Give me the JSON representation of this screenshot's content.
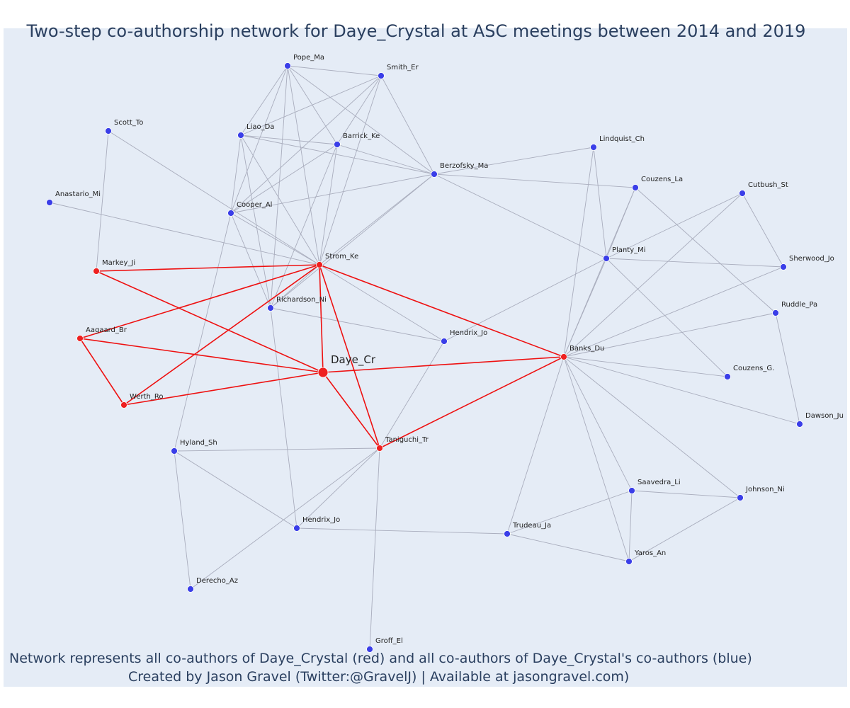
{
  "title": "Two-step co-authorship network for Daye_Crystal at ASC meetings between 2014 and 2019",
  "caption_line1": "Network represents all co-authors of Daye_Crystal (red) and all co-authors of Daye_Crystal's co-authors (blue)",
  "caption_line2": "Created by Jason Gravel (Twitter:@GravelJ) | Available at jasongravel.com)",
  "colors": {
    "red": "#ee2020",
    "blue": "#3a3ee8",
    "edge_gray": "#a9adbd",
    "edge_red": "#ee1111"
  },
  "nodes": [
    {
      "id": "pope",
      "label": "Pope_Ma",
      "group": "blue"
    },
    {
      "id": "smith",
      "label": "Smith_Er",
      "group": "blue"
    },
    {
      "id": "scott",
      "label": "Scott_To",
      "group": "blue"
    },
    {
      "id": "liao",
      "label": "Liao_Da",
      "group": "blue"
    },
    {
      "id": "barrick",
      "label": "Barrick_Ke",
      "group": "blue"
    },
    {
      "id": "lindquist",
      "label": "Lindquist_Ch",
      "group": "blue"
    },
    {
      "id": "berzofsky",
      "label": "Berzofsky_Ma",
      "group": "blue"
    },
    {
      "id": "couzensla",
      "label": "Couzens_La",
      "group": "blue"
    },
    {
      "id": "cutbush",
      "label": "Cutbush_St",
      "group": "blue"
    },
    {
      "id": "anastario",
      "label": "Anastario_Mi",
      "group": "blue"
    },
    {
      "id": "cooper",
      "label": "Cooper_Al",
      "group": "blue"
    },
    {
      "id": "planty",
      "label": "Planty_Mi",
      "group": "blue"
    },
    {
      "id": "sherwood",
      "label": "Sherwood_Jo",
      "group": "blue"
    },
    {
      "id": "markey",
      "label": "Markey_Ji",
      "group": "red"
    },
    {
      "id": "strom",
      "label": "Strom_Ke",
      "group": "red"
    },
    {
      "id": "richardson",
      "label": "Richardson_Ni",
      "group": "blue"
    },
    {
      "id": "ruddle",
      "label": "Ruddle_Pa",
      "group": "blue"
    },
    {
      "id": "aagaard",
      "label": "Aagaard_Br",
      "group": "red"
    },
    {
      "id": "hendrix1",
      "label": "Hendrix_Jo",
      "group": "blue"
    },
    {
      "id": "banks",
      "label": "Banks_Du",
      "group": "red"
    },
    {
      "id": "daye",
      "label": "Daye_Cr",
      "group": "red",
      "focal": true
    },
    {
      "id": "couzensg",
      "label": "Couzens_G.",
      "group": "blue"
    },
    {
      "id": "werth",
      "label": "Werth_Ro",
      "group": "red"
    },
    {
      "id": "dawson",
      "label": "Dawson_Ju",
      "group": "blue"
    },
    {
      "id": "hyland",
      "label": "Hyland_Sh",
      "group": "blue"
    },
    {
      "id": "taniguchi",
      "label": "Taniguchi_Tr",
      "group": "red"
    },
    {
      "id": "saavedra",
      "label": "Saavedra_Li",
      "group": "blue"
    },
    {
      "id": "johnson",
      "label": "Johnson_Ni",
      "group": "blue"
    },
    {
      "id": "hendrix2",
      "label": "Hendrix_Jo",
      "group": "blue"
    },
    {
      "id": "trudeau",
      "label": "Trudeau_Ja",
      "group": "blue"
    },
    {
      "id": "yaros",
      "label": "Yaros_An",
      "group": "blue"
    },
    {
      "id": "derecho",
      "label": "Derecho_Az",
      "group": "blue"
    },
    {
      "id": "groff",
      "label": "Groff_El",
      "group": "blue"
    }
  ],
  "edges": [
    [
      "daye",
      "strom",
      "red"
    ],
    [
      "daye",
      "aagaard",
      "red"
    ],
    [
      "daye",
      "werth",
      "red"
    ],
    [
      "daye",
      "markey",
      "red"
    ],
    [
      "daye",
      "banks",
      "red"
    ],
    [
      "daye",
      "taniguchi",
      "red"
    ],
    [
      "strom",
      "markey",
      "red"
    ],
    [
      "strom",
      "aagaard",
      "red"
    ],
    [
      "strom",
      "werth",
      "red"
    ],
    [
      "strom",
      "taniguchi",
      "red"
    ],
    [
      "strom",
      "banks",
      "red"
    ],
    [
      "aagaard",
      "werth",
      "red"
    ],
    [
      "banks",
      "taniguchi",
      "red"
    ],
    [
      "pope",
      "smith",
      "gray"
    ],
    [
      "pope",
      "liao",
      "gray"
    ],
    [
      "pope",
      "barrick",
      "gray"
    ],
    [
      "pope",
      "cooper",
      "gray"
    ],
    [
      "pope",
      "strom",
      "gray"
    ],
    [
      "pope",
      "berzofsky",
      "gray"
    ],
    [
      "pope",
      "richardson",
      "gray"
    ],
    [
      "smith",
      "liao",
      "gray"
    ],
    [
      "smith",
      "cooper",
      "gray"
    ],
    [
      "smith",
      "strom",
      "gray"
    ],
    [
      "smith",
      "barrick",
      "gray"
    ],
    [
      "smith",
      "berzofsky",
      "gray"
    ],
    [
      "liao",
      "barrick",
      "gray"
    ],
    [
      "liao",
      "berzofsky",
      "gray"
    ],
    [
      "liao",
      "cooper",
      "gray"
    ],
    [
      "liao",
      "strom",
      "gray"
    ],
    [
      "liao",
      "richardson",
      "gray"
    ],
    [
      "barrick",
      "berzofsky",
      "gray"
    ],
    [
      "barrick",
      "cooper",
      "gray"
    ],
    [
      "barrick",
      "strom",
      "gray"
    ],
    [
      "barrick",
      "richardson",
      "gray"
    ],
    [
      "berzofsky",
      "cooper",
      "gray"
    ],
    [
      "berzofsky",
      "strom",
      "gray"
    ],
    [
      "berzofsky",
      "couzensla",
      "gray"
    ],
    [
      "berzofsky",
      "planty",
      "gray"
    ],
    [
      "berzofsky",
      "richardson",
      "gray"
    ],
    [
      "scott",
      "strom",
      "gray"
    ],
    [
      "scott",
      "markey",
      "gray"
    ],
    [
      "anastario",
      "strom",
      "gray"
    ],
    [
      "cooper",
      "strom",
      "gray"
    ],
    [
      "cooper",
      "richardson",
      "gray"
    ],
    [
      "cooper",
      "hyland",
      "gray"
    ],
    [
      "strom",
      "richardson",
      "gray"
    ],
    [
      "strom",
      "hendrix1",
      "gray"
    ],
    [
      "richardson",
      "hendrix1",
      "gray"
    ],
    [
      "richardson",
      "hendrix2",
      "gray"
    ],
    [
      "hendrix1",
      "planty",
      "gray"
    ],
    [
      "hendrix1",
      "taniguchi",
      "gray"
    ],
    [
      "lindquist",
      "banks",
      "gray"
    ],
    [
      "lindquist",
      "planty",
      "gray"
    ],
    [
      "lindquist",
      "berzofsky",
      "gray"
    ],
    [
      "couzensla",
      "banks",
      "gray"
    ],
    [
      "couzensla",
      "planty",
      "gray"
    ],
    [
      "couzensla",
      "ruddle",
      "gray"
    ],
    [
      "cutbush",
      "planty",
      "gray"
    ],
    [
      "cutbush",
      "banks",
      "gray"
    ],
    [
      "cutbush",
      "sherwood",
      "gray"
    ],
    [
      "planty",
      "sherwood",
      "gray"
    ],
    [
      "planty",
      "banks",
      "gray"
    ],
    [
      "planty",
      "couzensg",
      "gray"
    ],
    [
      "sherwood",
      "banks",
      "gray"
    ],
    [
      "ruddle",
      "banks",
      "gray"
    ],
    [
      "ruddle",
      "dawson",
      "gray"
    ],
    [
      "banks",
      "couzensg",
      "gray"
    ],
    [
      "banks",
      "dawson",
      "gray"
    ],
    [
      "banks",
      "saavedra",
      "gray"
    ],
    [
      "banks",
      "johnson",
      "gray"
    ],
    [
      "banks",
      "trudeau",
      "gray"
    ],
    [
      "banks",
      "yaros",
      "gray"
    ],
    [
      "hyland",
      "taniguchi",
      "gray"
    ],
    [
      "hyland",
      "hendrix2",
      "gray"
    ],
    [
      "hyland",
      "derecho",
      "gray"
    ],
    [
      "taniguchi",
      "hendrix2",
      "gray"
    ],
    [
      "taniguchi",
      "derecho",
      "gray"
    ],
    [
      "taniguchi",
      "groff",
      "gray"
    ],
    [
      "hendrix2",
      "trudeau",
      "gray"
    ],
    [
      "trudeau",
      "saavedra",
      "gray"
    ],
    [
      "trudeau",
      "yaros",
      "gray"
    ],
    [
      "saavedra",
      "yaros",
      "gray"
    ],
    [
      "saavedra",
      "johnson",
      "gray"
    ],
    [
      "johnson",
      "yaros",
      "gray"
    ]
  ]
}
